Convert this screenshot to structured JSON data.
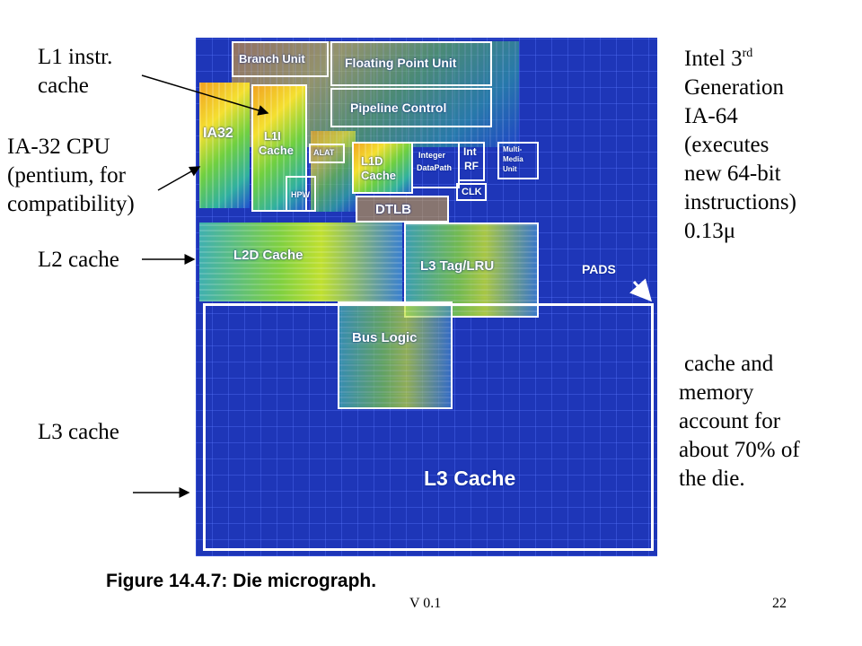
{
  "slide": {
    "left_labels": {
      "l1_instr_line1": "L1 instr.",
      "l1_instr_line2": "cache",
      "ia32_line1": "IA-32 CPU",
      "ia32_line2": "(pentium, for",
      "ia32_line3": "compatibility)",
      "l2": "L2 cache",
      "l3": "L3 cache"
    },
    "right_text": {
      "intel_line1_base": "Intel 3",
      "intel_line1_sup": "rd",
      "intel_line2": "Generation",
      "intel_line3": "IA-64",
      "intel_line4": "(executes",
      "intel_line5": "new 64-bit",
      "intel_line6": "instructions)",
      "intel_line7": "0.13μ",
      "cache_line1": "cache and",
      "cache_line2": "memory",
      "cache_line3": "account for",
      "cache_line4": "about 70% of",
      "cache_line5": "the die."
    },
    "die_labels": {
      "branch_unit": "Branch Unit",
      "fpu": "Floating Point Unit",
      "pipeline": "Pipeline Control",
      "ia32": "IA32",
      "l1i_line1": "L1I",
      "l1i_line2": "Cache",
      "alat": "ALAT",
      "l1d_line1": "L1D",
      "l1d_line2": "Cache",
      "integer_line1": "Integer",
      "integer_line2": "DataPath",
      "int_rf_line1": "Int",
      "int_rf_line2": "RF",
      "mmu_line1": "Multi-",
      "mmu_line2": "Media",
      "mmu_line3": "Unit",
      "clk": "CLK",
      "hpw": "HPW",
      "dtlb": "DTLB",
      "l2d": "L2D Cache",
      "l3tag": "L3 Tag/LRU",
      "bus_logic": "Bus Logic",
      "l3": "L3 Cache",
      "pads": "PADS"
    },
    "caption": "Figure 14.4.7: Die micrograph.",
    "footer_version": "V 0.1",
    "footer_page": "22"
  }
}
